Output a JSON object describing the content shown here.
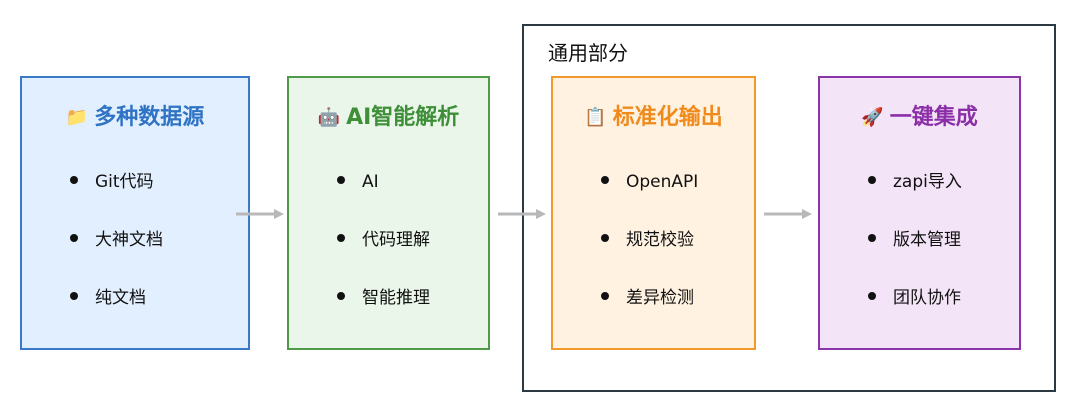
{
  "group": {
    "title": "通用部分"
  },
  "cards": [
    {
      "icon": "folder-icon",
      "icon_glyph": "📁",
      "title": "多种数据源",
      "color": "#2f73c5",
      "items": [
        "Git代码",
        "大神文档",
        "纯文档"
      ]
    },
    {
      "icon": "robot-icon",
      "icon_glyph": "🤖",
      "title": "AI智能解析",
      "color": "#3f8f39",
      "items": [
        "AI",
        "代码理解",
        "智能推理"
      ]
    },
    {
      "icon": "clipboard-icon",
      "icon_glyph": "📋",
      "title": "标准化输出",
      "color": "#f08a1c",
      "items": [
        "OpenAPI",
        "规范校验",
        "差异检测"
      ]
    },
    {
      "icon": "rocket-icon",
      "icon_glyph": "🚀",
      "title": "一键集成",
      "color": "#8b2fa8",
      "items": [
        "zapi导入",
        "版本管理",
        "团队协作"
      ]
    }
  ],
  "arrow_color": "#b8b8b8"
}
